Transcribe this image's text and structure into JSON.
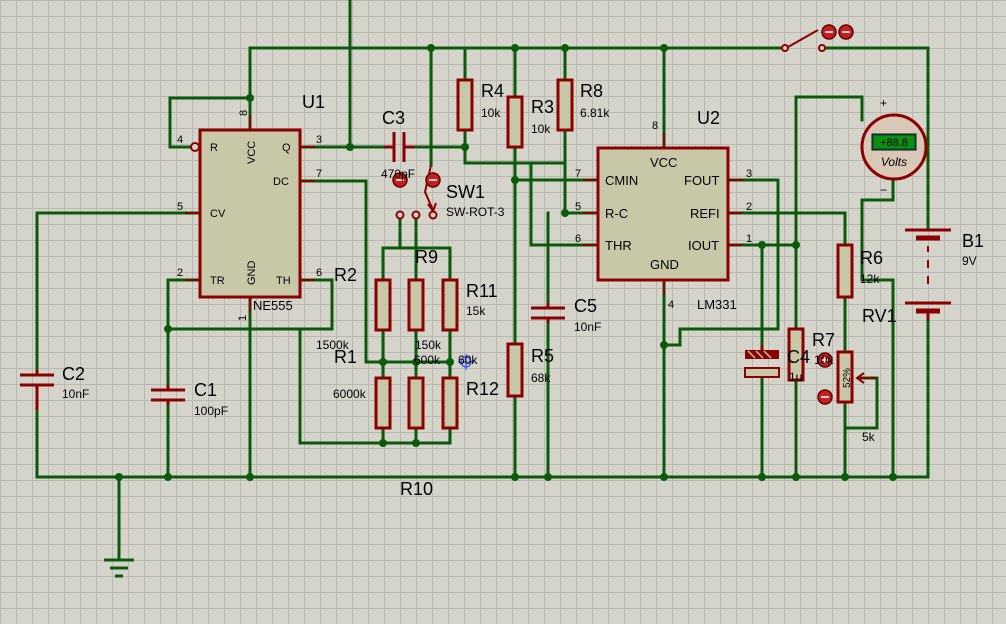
{
  "refs": {
    "u1": "U1",
    "u2": "U2",
    "c1": "C1",
    "c2": "C2",
    "c3": "C3",
    "c4": "C4",
    "c5": "C5",
    "r1": "R1",
    "r2": "R2",
    "r3": "R3",
    "r4": "R4",
    "r5": "R5",
    "r6": "R6",
    "r7": "R7",
    "r8": "R8",
    "r9": "R9",
    "r10": "R10",
    "r11": "R11",
    "r12": "R12",
    "sw1": "SW1",
    "b1": "B1",
    "rv1": "RV1"
  },
  "values": {
    "u1": "NE555",
    "u2": "LM331",
    "c1": "100pF",
    "c2": "10nF",
    "c3": "470pF",
    "c4": "1u",
    "c5": "10nF",
    "r1": "6000k",
    "r2": "1500k",
    "r3": "10k",
    "r4": "10k",
    "r5": "68k",
    "r6": "12k",
    "r7": "10k",
    "r8": "6.81k",
    "r9": "600k",
    "r11": "15k",
    "r12": "60k",
    "r9b": "150k",
    "sw1": "SW-ROT-3",
    "b1": "9V",
    "rv1": "5k",
    "rv1_pos": "52%"
  },
  "u1_pins": {
    "r": "R",
    "vcc": "VCC",
    "q": "Q",
    "dc": "DC",
    "cv": "CV",
    "tr": "TR",
    "gnd": "GND",
    "th": "TH",
    "n4": "4",
    "n8": "8",
    "n3": "3",
    "n7": "7",
    "n5": "5",
    "n2": "2",
    "n1": "1",
    "n6": "6"
  },
  "u2_pins": {
    "vcc": "VCC",
    "cmin": "CMIN",
    "fout": "FOUT",
    "rc": "R-C",
    "refi": "REFI",
    "thr": "THR",
    "iout": "IOUT",
    "gnd": "GND",
    "n8": "8",
    "n7": "7",
    "n3": "3",
    "n5": "5",
    "n2": "2",
    "n6": "6",
    "n1": "1",
    "n4": "4"
  },
  "voltmeter": {
    "display": "+88.8",
    "unit": "Volts",
    "plus": "+",
    "minus": "−"
  },
  "colors": {
    "wire": "#0b5a0b",
    "component": "#8b0000",
    "body_fill": "#c8c8a8",
    "lcd": "#0f8f0f"
  }
}
